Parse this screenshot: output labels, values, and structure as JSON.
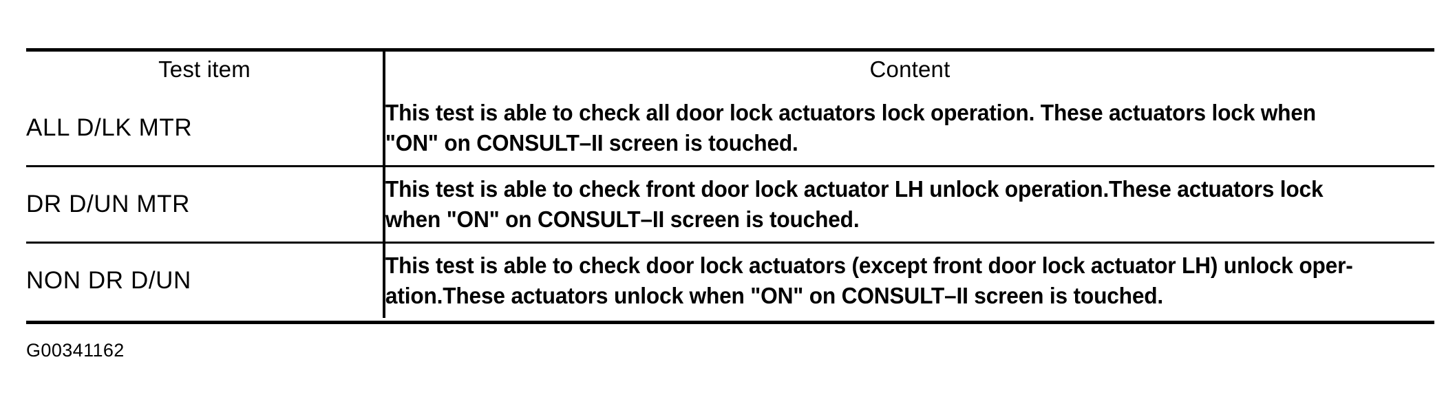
{
  "table": {
    "columns": [
      {
        "key": "test_item",
        "header": "Test item"
      },
      {
        "key": "content",
        "header": "Content"
      }
    ],
    "rows": [
      {
        "test_item": "ALL D/LK MTR",
        "content_lines": [
          "This test is able to check all door lock actuators lock operation. These actuators lock when",
          "\"ON\" on CONSULT–II screen is touched."
        ]
      },
      {
        "test_item": "DR D/UN MTR",
        "content_lines": [
          "This test is able to check front door lock actuator LH unlock operation.These actuators lock",
          "when \"ON\" on CONSULT–II screen is touched."
        ]
      },
      {
        "test_item": "NON DR D/UN",
        "content_lines": [
          "This test is able to check door lock actuators (except front door lock actuator LH) unlock oper-",
          "ation.These actuators unlock when \"ON\" on CONSULT–II screen is touched."
        ]
      }
    ]
  },
  "caption": "G00341162",
  "colors": {
    "ink": "#000000",
    "paper": "#ffffff"
  }
}
